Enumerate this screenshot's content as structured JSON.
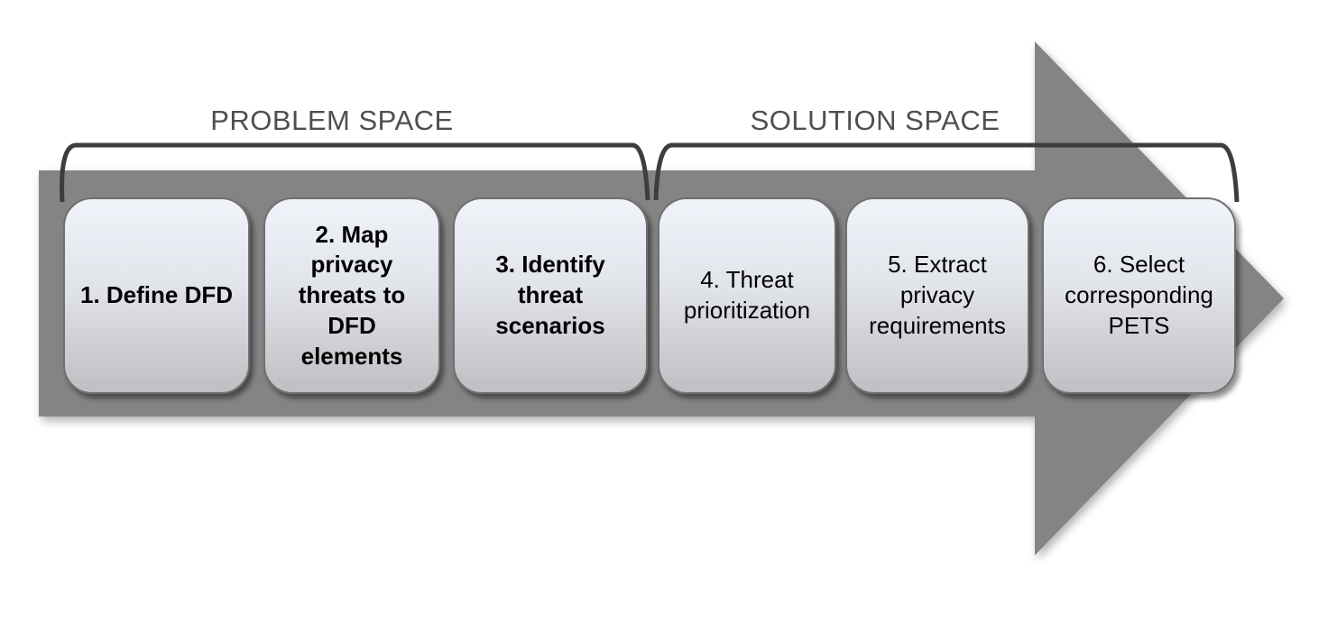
{
  "labels": {
    "problem_space": "PROBLEM SPACE",
    "solution_space": "SOLUTION SPACE"
  },
  "steps": [
    {
      "label": "1. Define DFD",
      "space": "problem",
      "emphasis": "bold"
    },
    {
      "label": "2. Map\nprivacy\nthreats to\nDFD\nelements",
      "space": "problem",
      "emphasis": "bold"
    },
    {
      "label": "3. Identify\nthreat\nscenarios",
      "space": "problem",
      "emphasis": "bold"
    },
    {
      "label": "4. Threat\nprioritization",
      "space": "solution",
      "emphasis": "regular"
    },
    {
      "label": "5. Extract\nprivacy\nrequirements",
      "space": "solution",
      "emphasis": "regular"
    },
    {
      "label": "6. Select\ncorresponding\nPETS",
      "space": "solution",
      "emphasis": "regular"
    }
  ],
  "colors": {
    "arrow": "#848484",
    "bracket": "#3d3d3d",
    "label_text": "#4f4f4f",
    "box_border": "#707070",
    "box_top": "#f1f3fa",
    "box_mid": "#e2e4eb",
    "box_bottom": "#bfbfc3",
    "box_text": "#000000"
  }
}
